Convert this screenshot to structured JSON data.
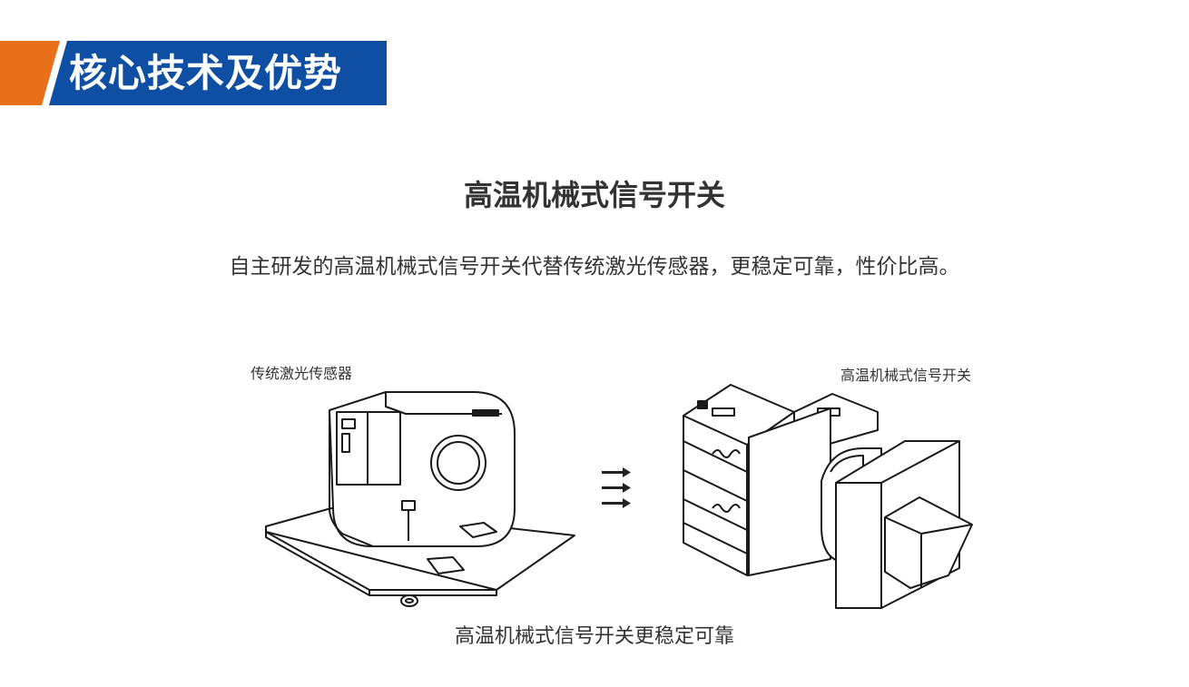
{
  "header": {
    "title": "核心技术及优势",
    "accent_color": "#E8701A",
    "brand_color": "#0E4FA3"
  },
  "section": {
    "title": "高温机械式信号开关",
    "description": "自主研发的高温机械式信号开关代替传统激光传感器，更稳定可靠，性价比高。"
  },
  "comparison": {
    "left_label": "传统激光传感器",
    "right_label": "高温机械式信号开关",
    "arrow_icon": "triple-arrow-right-icon",
    "caption": "高温机械式信号开关更稳定可靠"
  }
}
